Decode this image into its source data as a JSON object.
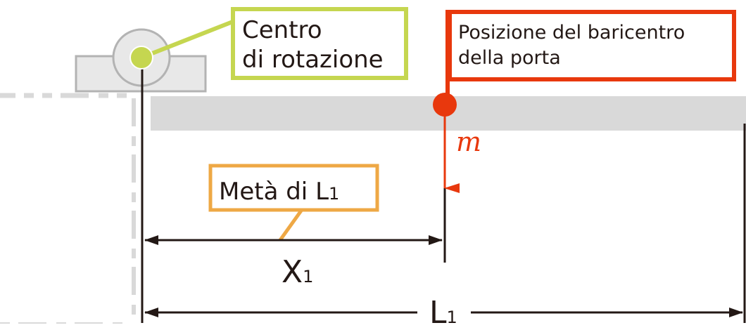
{
  "diagram": {
    "title": "Door center of gravity and rotation center dimensions",
    "colors": {
      "rotation_accent": "#c5d650",
      "cog_accent": "#e8380d",
      "half_length_accent": "#eea845",
      "dimension_line": "#231815",
      "door_fill": "#d9d9d9",
      "hinge_fill": "#e8e8e8",
      "hinge_stroke": "#b3b3b3",
      "frame_dash": "#d9d9d9"
    },
    "callouts": {
      "rotation_center": {
        "line1": "Centro",
        "line2": "di rotazione"
      },
      "center_of_gravity": {
        "line1": "Posizione del baricentro",
        "line2": "della porta"
      },
      "half_length": {
        "text": "Metà di L",
        "subscript": "1"
      }
    },
    "mass_symbol": "m",
    "dimensions": {
      "x1": {
        "symbol": "X",
        "subscript": "1"
      },
      "l1": {
        "symbol": "L",
        "subscript": "1"
      }
    }
  }
}
